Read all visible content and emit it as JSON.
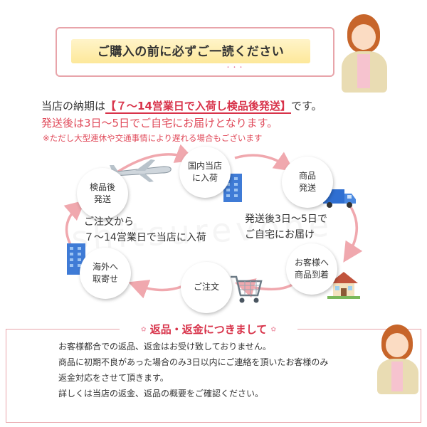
{
  "header": {
    "title": "ご購入の前に必ずご一読ください",
    "dots": "･･･"
  },
  "notice": {
    "line1_prefix": "当店の納期は",
    "line1_bracket_open": "【",
    "line1_highlight": "７～14営業日で入荷し検品後発送",
    "line1_bracket_close": "】",
    "line1_suffix": "です。",
    "line2": "発送後は3日～5日でご自宅にお届けとなります。",
    "line3": "※ただし大型連休や交通事情により遅れる場合もございます"
  },
  "cycle": {
    "nodes": {
      "inspect_ship": "検品後\n発送",
      "domestic_arrival": "国内当店\nに入荷",
      "product_ship": "商品\n発送",
      "customer_receive": "お客様へ\n商品到着",
      "order": "ご注文",
      "overseas_order": "海外へ\n取寄せ"
    },
    "left_text_1": "ご注文から",
    "left_text_2": "７～14営業日で当店に入荷",
    "right_text_1": "発送後3日～5日で",
    "right_text_2": "ご自宅にお届け"
  },
  "returns": {
    "title": "返品・返金につきまして",
    "lines": [
      "お客様都合での返品、返金はお受け致しておりません。",
      "商品に初期不良があった場合のみ3日以内にご連絡を頂いたお客様のみ",
      "返金対応をさせて頂きます。",
      "詳しくは当店の返金、返品の概要をご確認ください。"
    ]
  },
  "colors": {
    "accent_red": "#d8334a",
    "border_pink": "#e8a4aa",
    "arrow_pink": "#f0a8ae",
    "header_yellow": "#fde89a"
  },
  "icons": [
    "airplane-icon",
    "building-icon",
    "truck-icon",
    "house-icon",
    "shopping-cart-icon",
    "woman-avatar-icon"
  ]
}
